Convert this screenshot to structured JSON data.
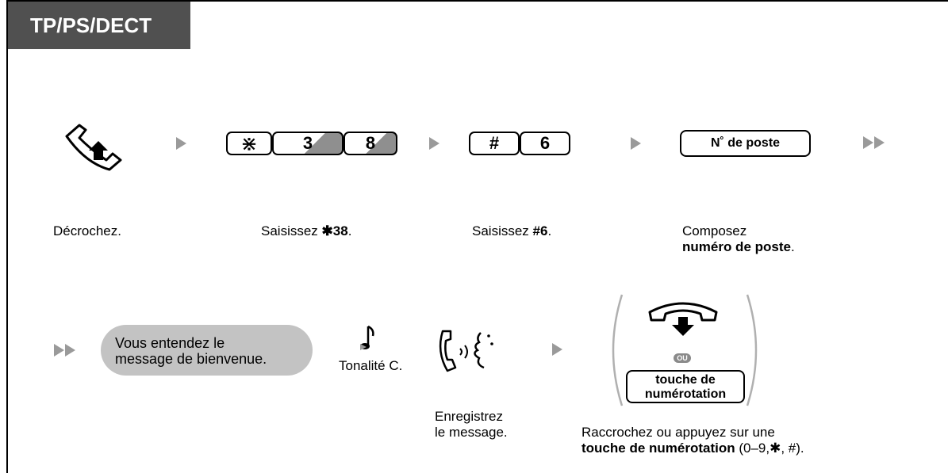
{
  "header": {
    "tag": "TP/PS/DECT"
  },
  "row1": {
    "keys_star38": [
      "⋇",
      "3",
      "8"
    ],
    "keys_hash6": [
      "#",
      "6"
    ],
    "ext_key": "N˚ de poste",
    "step1": {
      "text": "Décrochez."
    },
    "step2": {
      "prefix": "Saisissez ",
      "code": "✱38",
      "suffix": "."
    },
    "step3": {
      "prefix": "Saisissez ",
      "code": "#6",
      "suffix": "."
    },
    "step4": {
      "line1": "Composez",
      "bold": "numéro de poste",
      "suffix": "."
    }
  },
  "row2": {
    "bubble_line1": "Vous entendez le",
    "bubble_line2": "message de bienvenue.",
    "tone_label": "Tonalité C.",
    "record_line1": "Enregistrez",
    "record_line2": "le message.",
    "ou_badge": "OU",
    "dial_key_line1": "touche de",
    "dial_key_line2": "numérotation",
    "final_line1": "Raccrochez ou appuyez sur une",
    "final_bold": "touche de numérotation",
    "final_suffix": " (0–9,✱, #)."
  },
  "colors": {
    "tag_bg": "#505050",
    "arrow": "#9a9a9a",
    "bubble": "#c3c3c3"
  }
}
